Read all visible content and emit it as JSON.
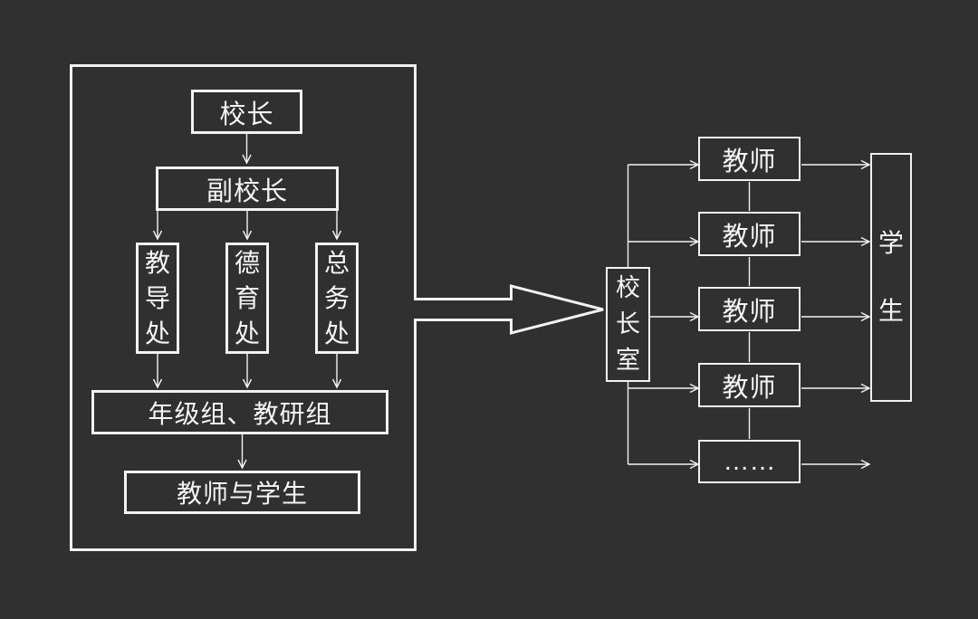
{
  "canvas": {
    "background_color": "#303030",
    "line_color": "#f2f2f2",
    "text_color": "#f5f5f5"
  },
  "left_chart": {
    "principal_label": "校长",
    "vice_principal_label": "副校长",
    "departments": [
      {
        "label": "教导处"
      },
      {
        "label": "德育处"
      },
      {
        "label": "总务处"
      }
    ],
    "grade_groups_label": "年级组、教研组",
    "teachers_students_label": "教师与学生"
  },
  "connector": {
    "block_arrow": "left-chart-to-right-chart"
  },
  "right_chart": {
    "principal_office_label": "校长室",
    "teacher_rows": [
      {
        "label": "教师"
      },
      {
        "label": "教师"
      },
      {
        "label": "教师"
      },
      {
        "label": "教师"
      },
      {
        "label": "……"
      }
    ],
    "students_label": "学生"
  }
}
